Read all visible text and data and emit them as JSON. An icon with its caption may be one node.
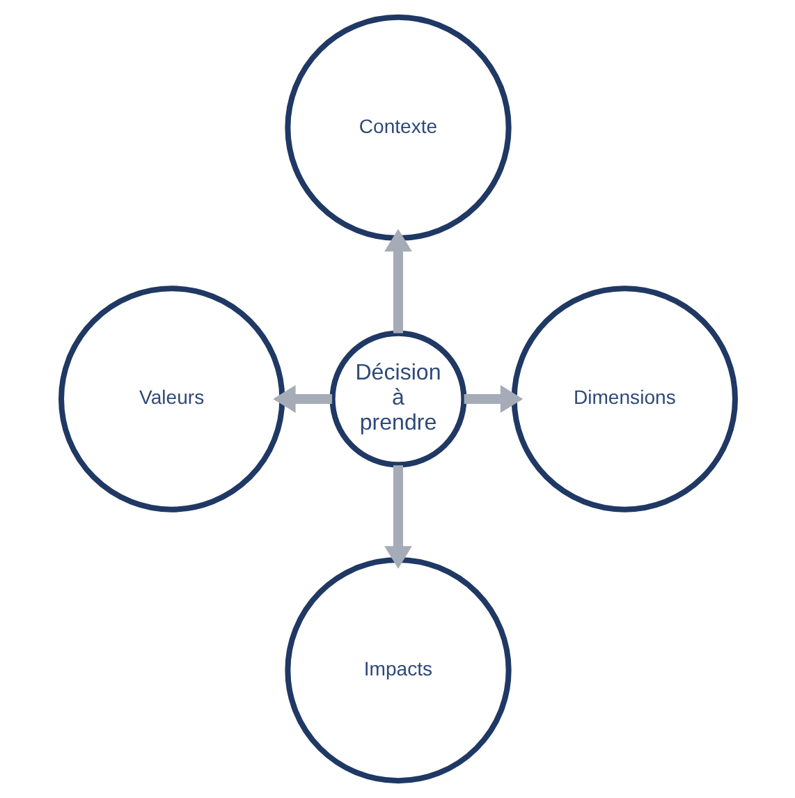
{
  "diagram": {
    "nodes": [
      {
        "text": [
          "Décision à prendre"
        ]
      },
      {
        "text": [
          "Contexte"
        ]
      },
      {
        "text": [
          "Dimensions"
        ]
      },
      {
        "text": [
          "Impacts"
        ]
      },
      {
        "text": [
          "Valeurs"
        ]
      }
    ],
    "edges": [
      {
        "from": 0,
        "to": 1,
        "arrow": "to"
      },
      {
        "from": 0,
        "to": 2,
        "arrow": "to"
      },
      {
        "from": 0,
        "to": 3,
        "arrow": "to"
      },
      {
        "from": 0,
        "to": 4,
        "arrow": "to"
      }
    ]
  }
}
